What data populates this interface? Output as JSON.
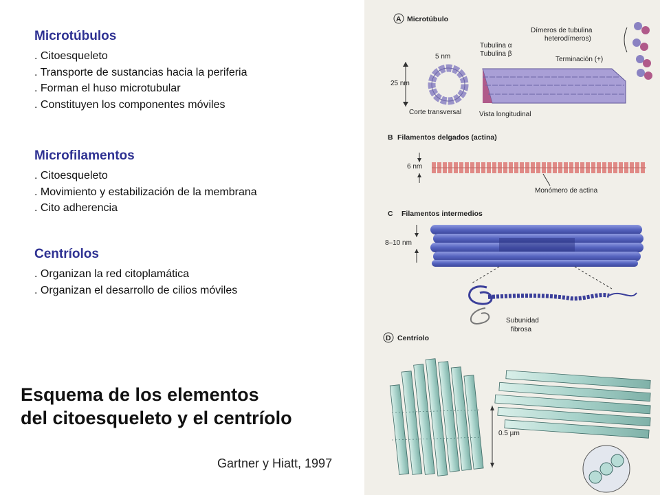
{
  "sections": [
    {
      "id": "micro",
      "title": "Microtúbulos",
      "items": [
        "Citoesqueleto",
        "Transporte de sustancias hacia la periferia",
        "Forman el huso microtubular",
        "Constituyen los componentes móviles"
      ]
    },
    {
      "id": "filaments",
      "title": "Microfilamentos",
      "items": [
        "Citoesqueleto",
        "Movimiento y estabilización de la membrana",
        "Cito adherencia"
      ]
    },
    {
      "id": "centrioles",
      "title": "Centríolos",
      "items": [
        "Organizan la red citoplamática",
        "Organizan el desarrollo de cilios móviles"
      ]
    }
  ],
  "title": {
    "line1": "Esquema de los elementos",
    "line2": "del citoesqueleto y el centríolo"
  },
  "citation": "Gartner y Hiatt, 1997",
  "figure": {
    "panel_a": {
      "letter": "A",
      "title": "Microtúbulo",
      "dimers": "Dímeros de tubulina",
      "dimers2": "heterodímeros)",
      "alpha": "Tubulina α",
      "beta": "Tubulina β",
      "termination": "Terminación (+)",
      "nm5": "5 nm",
      "nm25": "25 nm",
      "cross": "Corte transversal",
      "long": "Vista longitudinal"
    },
    "panel_b": {
      "letter": "B",
      "title": "Filamentos delgados (actina)",
      "nm": "6 nm",
      "monomer": "Monómero de actina"
    },
    "panel_c": {
      "letter": "C",
      "title": "Filamentos intermedios",
      "nm": "8–10 nm",
      "sub1": "Subunidad",
      "sub2": "fibrosa"
    },
    "panel_d": {
      "letter": "D",
      "title": "Centríolo",
      "um": "0.5 µm"
    },
    "colors": {
      "tubulin": "#9a93c9",
      "tubulin_dark": "#b05a8a",
      "actin": "#e08a86",
      "intermediate": "#6a78c9",
      "centriole": "#b7dcd6",
      "centriole_line": "#3f6a66"
    }
  }
}
